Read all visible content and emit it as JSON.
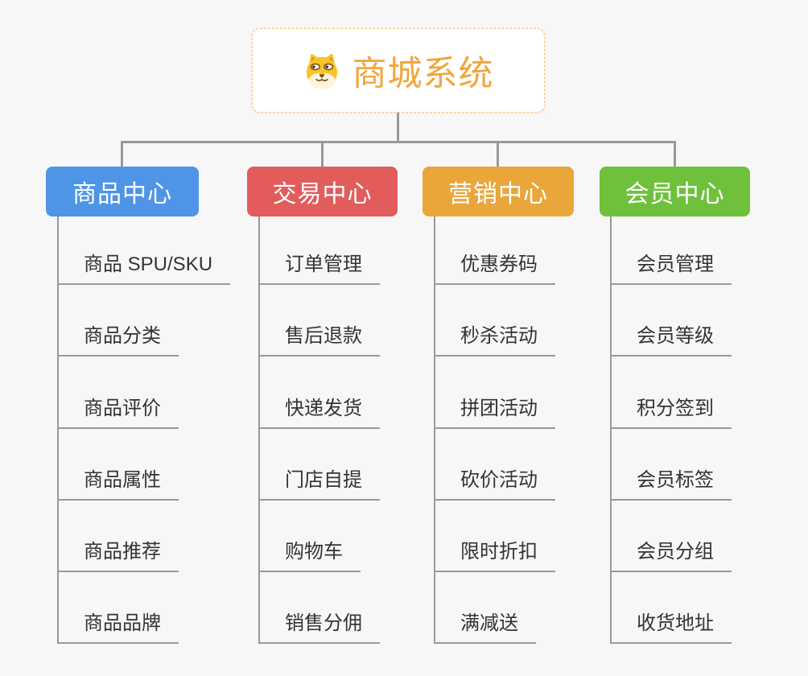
{
  "page": {
    "background": "#f7f7f7",
    "connector_color": "#999999",
    "item_text_color": "#333333"
  },
  "root": {
    "title": "商城系统",
    "icon": "dog-face-icon",
    "title_color": "#f0a63e",
    "border_color": "#f2c377"
  },
  "branches": [
    {
      "label": "商品中心",
      "color": "#4e95e7",
      "items": [
        "商品 SPU/SKU",
        "商品分类",
        "商品评价",
        "商品属性",
        "商品推荐",
        "商品品牌"
      ]
    },
    {
      "label": "交易中心",
      "color": "#e25c5c",
      "items": [
        "订单管理",
        "售后退款",
        "快递发货",
        "门店自提",
        "购物车",
        "销售分佣"
      ]
    },
    {
      "label": "营销中心",
      "color": "#eaa63b",
      "items": [
        "优惠券码",
        "秒杀活动",
        "拼团活动",
        "砍价活动",
        "限时折扣",
        "满减送"
      ]
    },
    {
      "label": "会员中心",
      "color": "#6fc13c",
      "items": [
        "会员管理",
        "会员等级",
        "积分签到",
        "会员标签",
        "会员分组",
        "收货地址"
      ]
    }
  ]
}
